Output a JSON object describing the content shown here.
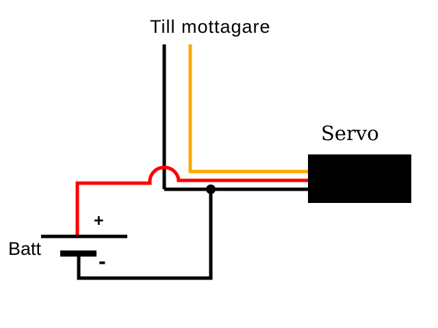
{
  "labels": {
    "receiver": "Till mottagare",
    "servo": "Servo",
    "battery": "Batt",
    "plus": "+",
    "minus": "-"
  },
  "colors": {
    "background": "#ffffff",
    "wire_black": "#000000",
    "wire_red": "#ff0000",
    "wire_orange": "#ffa800",
    "servo_fill": "#000000"
  }
}
